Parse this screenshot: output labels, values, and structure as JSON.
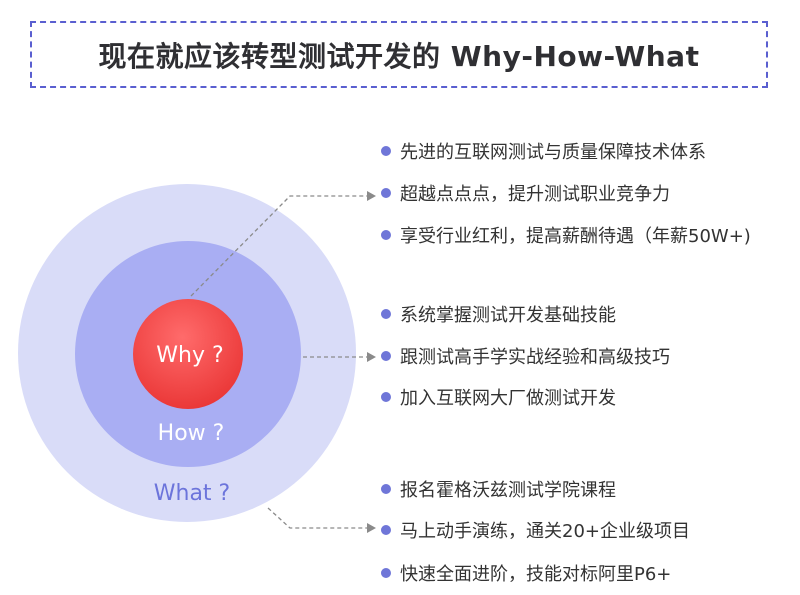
{
  "title": "现在就应该转型测试开发的 Why-How-What",
  "circles": {
    "why": "Why ?",
    "how": "How ?",
    "what": "What ?"
  },
  "groups": [
    {
      "name": "why",
      "items": [
        "先进的互联网测试与质量保障技术体系",
        "超越点点点，提升测试职业竞争力",
        "享受行业红利，提高薪酬待遇（年薪50W+)"
      ]
    },
    {
      "name": "how",
      "items": [
        "系统掌握测试开发基础技能",
        "跟测试高手学实战经验和高级技巧",
        "加入互联网大厂做测试开发"
      ]
    },
    {
      "name": "what",
      "items": [
        "报名霍格沃兹测试学院课程",
        "马上动手演练，通关20+企业级项目",
        "快速全面进阶，技能对标阿里P6+"
      ]
    }
  ],
  "colors": {
    "title_border": "#5a5fd0",
    "outer_circle": "#d9dcf8",
    "middle_circle": "#a9aef3",
    "core_circle": "#ef3f3f",
    "bullet": "#6f76d8",
    "connector": "#8a8a8a"
  }
}
